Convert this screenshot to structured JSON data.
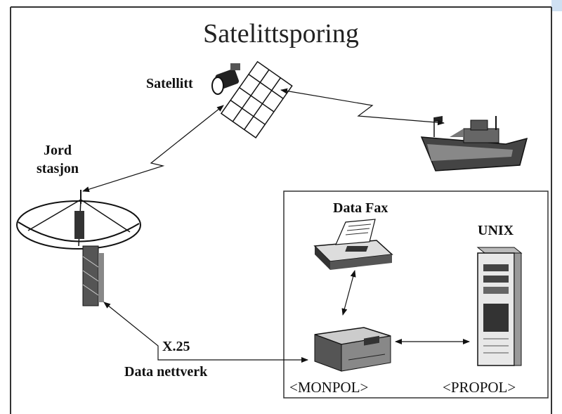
{
  "title": "Satelittsporing",
  "labels": {
    "satellite": "Satellitt",
    "ground_station_line1": "Jord",
    "ground_station_line2": "stasjon",
    "data_fax": "Data Fax",
    "unix": "UNIX",
    "x25": "X.25",
    "data_network": "Data nettverk",
    "monpol": "<MONPOL>",
    "propol": "<PROPOL>"
  },
  "icons": [
    "satellite-icon",
    "ship-icon",
    "satellite-dish-icon",
    "fax-machine-icon",
    "server-tower-icon",
    "modem-box-icon"
  ],
  "colors": {
    "background": "#ffffff",
    "frame": "#333333",
    "ink": "#111111",
    "corner_accent": "#cfe0f2"
  }
}
